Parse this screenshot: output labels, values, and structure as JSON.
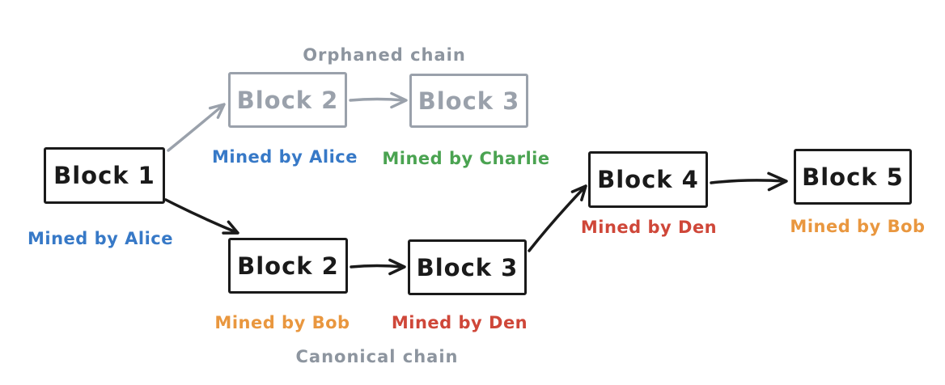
{
  "colors": {
    "background": "#ffffff",
    "black": "#1a1a1a",
    "gray": "#9aa1ab",
    "gray_text": "#8d959f",
    "blue": "#3779c7",
    "green": "#4aa351",
    "orange": "#e9973f",
    "red": "#cf4739"
  },
  "diagram": {
    "orphaned_chain_title": "Orphaned chain",
    "canonical_chain_title": "Canonical chain",
    "blocks": {
      "block1": {
        "label": "Block 1",
        "miner": "Mined by Alice",
        "miner_color": "blue"
      },
      "orphan_block2": {
        "label": "Block 2",
        "miner": "Mined by Alice",
        "miner_color": "blue"
      },
      "orphan_block3": {
        "label": "Block 3",
        "miner": "Mined by Charlie",
        "miner_color": "green"
      },
      "block2": {
        "label": "Block 2",
        "miner": "Mined by Bob",
        "miner_color": "orange"
      },
      "block3": {
        "label": "Block 3",
        "miner": "Mined by Den",
        "miner_color": "red"
      },
      "block4": {
        "label": "Block 4",
        "miner": "Mined by Den",
        "miner_color": "red"
      },
      "block5": {
        "label": "Block 5",
        "miner": "Mined by Bob",
        "miner_color": "orange"
      }
    }
  }
}
